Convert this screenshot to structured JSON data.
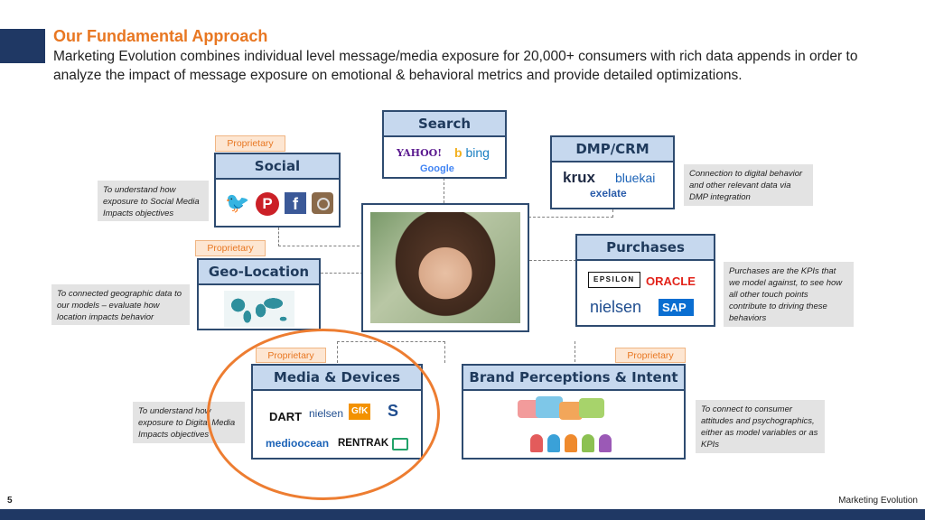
{
  "title": "Our Fundamental Approach",
  "description": "Marketing Evolution combines individual level message/media exposure for 20,000+ consumers with rich data appends in order to analyze the impact of message exposure on emotional & behavioral metrics and provide detailed optimizations.",
  "proprietary_label": "Proprietary",
  "boxes": {
    "search": {
      "title": "Search",
      "logos": [
        "YAHOO!",
        "bing",
        "Google"
      ]
    },
    "dmp": {
      "title": "DMP/CRM",
      "logos": [
        "krux",
        "bluekai",
        "exelate"
      ]
    },
    "social": {
      "title": "Social"
    },
    "purchases": {
      "title": "Purchases",
      "logos": [
        "EPSILON",
        "ORACLE",
        "nielsen",
        "SAP"
      ]
    },
    "geo": {
      "title": "Geo-Location"
    },
    "media": {
      "title": "Media & Devices",
      "logos": [
        "DART",
        "nielsen",
        "GfK",
        "medioocean",
        "RENTRAK"
      ]
    },
    "brand": {
      "title": "Brand Perceptions & Intent"
    }
  },
  "notes": {
    "dmp": "Connection to digital behavior and other relevant data via DMP integration",
    "social": "To understand how exposure to Social Media Impacts objectives",
    "purchases": "Purchases are the KPIs that we model against, to see how all other touch points contribute to driving these behaviors",
    "geo": "To connected geographic data to our models – evaluate how location impacts behavior",
    "media": "To understand how exposure to Digital Media Impacts objectives",
    "brand": "To connect to consumer attitudes and psychographics, either as model variables or as KPIs"
  },
  "footer": {
    "page": "5",
    "brand": "Marketing Evolution"
  },
  "colors": {
    "accent": "#e87722",
    "navy": "#1f3864",
    "box_header": "#c6d8ee",
    "highlight_circle": "#ed7d31"
  }
}
